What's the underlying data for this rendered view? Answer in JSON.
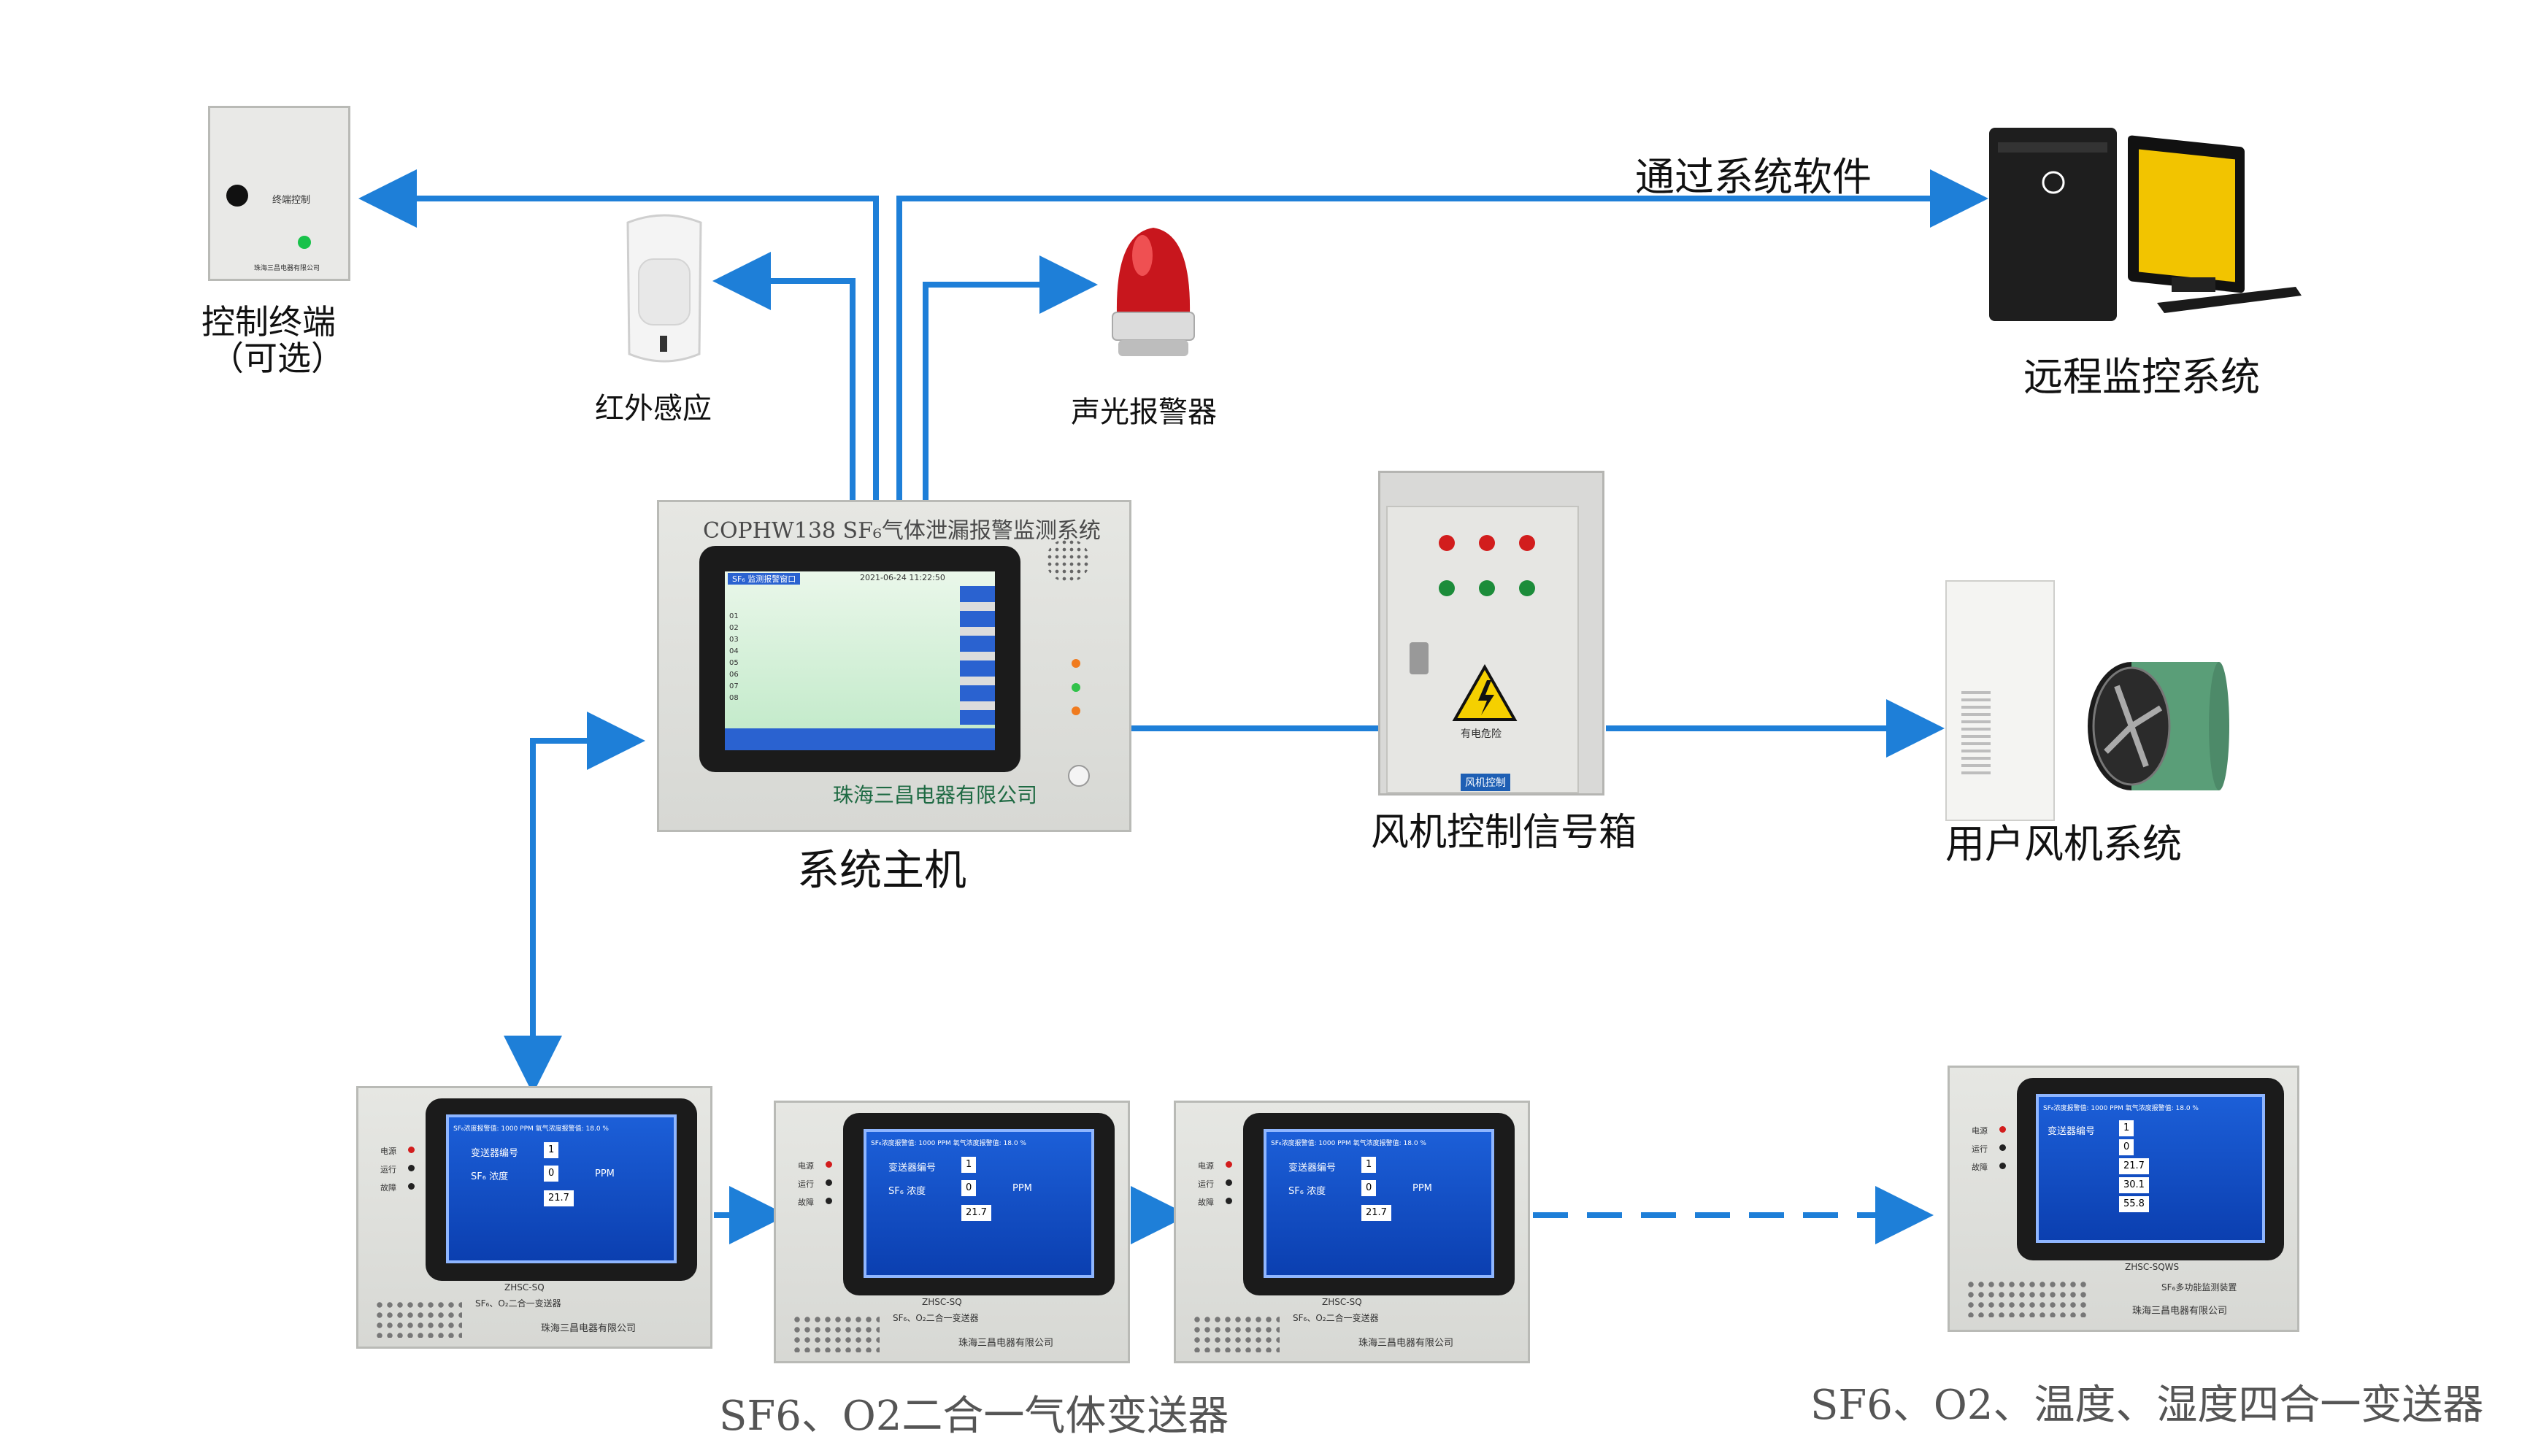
{
  "nodes": {
    "control_terminal": {
      "label_line1": "控制终端",
      "label_line2": "（可选）",
      "device_text": "终端控制",
      "company": "珠海三昌电器有限公司"
    },
    "infrared": {
      "label": "红外感应"
    },
    "alarm": {
      "label": "声光报警器"
    },
    "remote": {
      "label": "远程监控系统"
    },
    "host": {
      "label": "系统主机",
      "panel_title": "COPHW138 SF₆气体泄漏报警监测系统",
      "company": "珠海三昌电器有限公司",
      "screen_title": "SF₆ 监测报警窗口",
      "screen_time": "2021-06-24 11:22:50",
      "screen_rows": [
        "01",
        "02",
        "03",
        "04",
        "05",
        "06",
        "07",
        "08"
      ]
    },
    "fan_box": {
      "label": "风机控制信号箱",
      "warning_text": "有电危险",
      "nameplate": "风机控制"
    },
    "user_fan": {
      "label": "用户风机系统"
    }
  },
  "edges": {
    "software_label": "通过系统软件"
  },
  "transmitters": {
    "two_in_one": {
      "label": "SF6、O2二合一气体变送器",
      "model": "ZHSC-SQ",
      "desc": "SF₆、O₂二合一变送器",
      "company": "珠海三昌电器有限公司",
      "screen": {
        "line1": "SF₆浓度报警值: 1000  PPM  氧气浓度报警值: 18.0 %",
        "addr_label": "变送器编号",
        "addr": "1",
        "sf6_label": "SF₆ 浓度",
        "sf6": "0",
        "unit": "PPM",
        "o2": "21.7"
      },
      "leds": [
        "电源",
        "运行",
        "故障"
      ]
    },
    "four_in_one": {
      "label": "SF6、O2、温度、湿度四合一变送器",
      "model": "ZHSC-SQWS",
      "desc": "SF₆多功能监测装置",
      "company": "珠海三昌电器有限公司",
      "screen": {
        "line1": "SF₆浓度报警值: 1000  PPM  氧气浓度报警值: 18.0 %",
        "addr_label": "变送器编号",
        "addr": "1",
        "sf6": "0",
        "o2": "21.7",
        "temp": "30.1",
        "hum": "55.8"
      },
      "leds": [
        "电源",
        "运行",
        "故障"
      ]
    }
  },
  "colors": {
    "connector": "#1e7fd8",
    "alarm_red": "#c8161d",
    "screen_blue": "#1a56d0",
    "monitor_yellow": "#f2c400",
    "fan_green": "#5a9e78"
  },
  "icons": [
    "control-terminal-device",
    "infrared-sensor",
    "alarm-light",
    "computer",
    "fan-control-box",
    "fan",
    "transmitter"
  ]
}
